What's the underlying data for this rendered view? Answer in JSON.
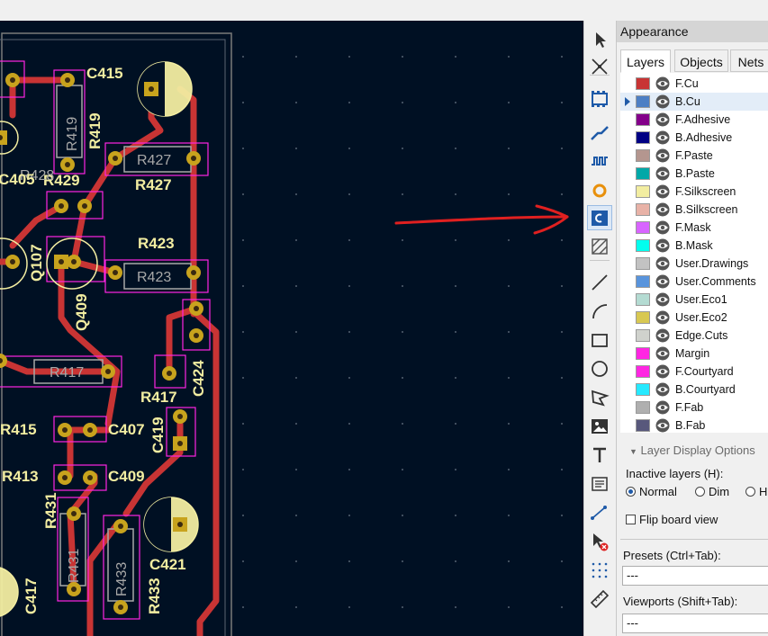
{
  "panel": {
    "title": "Appearance",
    "tabs": [
      "Layers",
      "Objects",
      "Nets"
    ],
    "active_tab": "Layers",
    "layers": [
      {
        "name": "F.Cu",
        "color": "#c83434"
      },
      {
        "name": "B.Cu",
        "color": "#4d7fc4",
        "selected": true
      },
      {
        "name": "F.Adhesive",
        "color": "#84008a"
      },
      {
        "name": "B.Adhesive",
        "color": "#000084"
      },
      {
        "name": "F.Paste",
        "color": "#b4968f"
      },
      {
        "name": "B.Paste",
        "color": "#00a8a8"
      },
      {
        "name": "F.Silkscreen",
        "color": "#f2eda1"
      },
      {
        "name": "B.Silkscreen",
        "color": "#e8b2a7"
      },
      {
        "name": "F.Mask",
        "color": "#d864ff"
      },
      {
        "name": "B.Mask",
        "color": "#02ffee"
      },
      {
        "name": "User.Drawings",
        "color": "#c2c2c2"
      },
      {
        "name": "User.Comments",
        "color": "#5994dc"
      },
      {
        "name": "User.Eco1",
        "color": "#b4dbd2"
      },
      {
        "name": "User.Eco2",
        "color": "#d8c852"
      },
      {
        "name": "Edge.Cuts",
        "color": "#d0d2cd"
      },
      {
        "name": "Margin",
        "color": "#ff26e2"
      },
      {
        "name": "F.Courtyard",
        "color": "#ff26e2"
      },
      {
        "name": "B.Courtyard",
        "color": "#26e9ff"
      },
      {
        "name": "F.Fab",
        "color": "#afafaf"
      },
      {
        "name": "B.Fab",
        "color": "#58587c"
      }
    ],
    "layer_display_options": "Layer Display Options",
    "inactive_layers_label": "Inactive layers (H):",
    "inactive_options": [
      "Normal",
      "Dim",
      "Hide"
    ],
    "inactive_selected": "Normal",
    "flip_board_label": "Flip board view",
    "presets_label": "Presets (Ctrl+Tab):",
    "presets_value": "---",
    "viewports_label": "Viewports (Shift+Tab):",
    "viewports_value": "---"
  },
  "toolbar": {
    "tools": [
      "select-icon",
      "local-ratsnest-icon",
      "add-footprint-icon",
      "route-track-icon",
      "tune-length-icon",
      "add-via-icon",
      "add-zone-icon",
      "add-rule-area-icon",
      "draw-line-icon",
      "draw-arc-icon",
      "draw-rectangle-icon",
      "draw-circle-icon",
      "draw-polygon-icon",
      "add-image-icon",
      "add-text-icon",
      "add-textbox-icon",
      "add-dimension-icon",
      "delete-tool-icon",
      "set-origin-icon",
      "measure-icon"
    ],
    "active_tool": "add-zone-icon"
  },
  "board": {
    "labels": {
      "c415": "C415",
      "r419_silk": "R419",
      "r419_fab": "R419",
      "r427_fab": "R427",
      "r427_silk": "R427",
      "r429": "R429",
      "r428": "R428",
      "q07": "Q107",
      "q409": "Q409",
      "r423_silk": "R423",
      "r423_fab": "R423",
      "r417_fab": "R417",
      "r417_silk": "R417",
      "c424": "C424",
      "r415": "R415",
      "c407": "C407",
      "c419": "C419",
      "r413": "R413",
      "c409": "C409",
      "r431_silk": "R431",
      "r431_fab": "R431",
      "r433_fab": "R433",
      "r433_silk": "R433",
      "c421": "C421",
      "c417": "C417",
      "c405": "C405"
    },
    "colors": {
      "background": "#001023",
      "track": "#c83434",
      "pad": "#c8a31d",
      "silk": "#f2eda1",
      "courtyard": "#ff26e2",
      "fab": "#a8a8a8",
      "annotation": "#e02020"
    }
  }
}
